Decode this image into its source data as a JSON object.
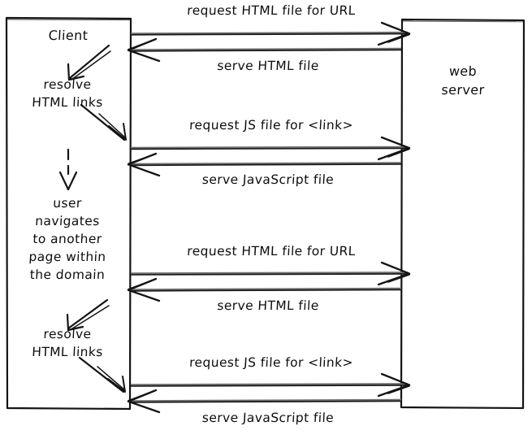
{
  "diagram": {
    "type": "sequence-diagram",
    "style": "hand-drawn",
    "stroke_color": "#111111",
    "background_color": "#ffffff",
    "participants": [
      {
        "id": "client",
        "label": "Client",
        "side": "left"
      },
      {
        "id": "web-server",
        "label_line1": "web",
        "label_line2": "server",
        "side": "right"
      }
    ],
    "client_notes": [
      {
        "id": "resolve-1-line1",
        "text": "resolve"
      },
      {
        "id": "resolve-1-line2",
        "text": "HTML links"
      },
      {
        "id": "user-nav-line1",
        "text": "user"
      },
      {
        "id": "user-nav-line2",
        "text": "navigates"
      },
      {
        "id": "user-nav-line3",
        "text": "to another"
      },
      {
        "id": "user-nav-line4",
        "text": "page within"
      },
      {
        "id": "user-nav-line5",
        "text": "the domain"
      },
      {
        "id": "resolve-2-line1",
        "text": "resolve"
      },
      {
        "id": "resolve-2-line2",
        "text": "HTML links"
      }
    ],
    "messages": [
      {
        "index": 1,
        "label": "request HTML file for URL",
        "direction": "client-to-server",
        "label_position": "above"
      },
      {
        "index": 2,
        "label": "serve HTML file",
        "direction": "server-to-client",
        "label_position": "below"
      },
      {
        "index": 3,
        "label": "request JS file for <link>",
        "direction": "client-to-server",
        "label_position": "above"
      },
      {
        "index": 4,
        "label": "serve JavaScript file",
        "direction": "server-to-client",
        "label_position": "below"
      },
      {
        "index": 5,
        "label": "request HTML file for URL",
        "direction": "client-to-server",
        "label_position": "above"
      },
      {
        "index": 6,
        "label": "serve HTML file",
        "direction": "server-to-client",
        "label_position": "below"
      },
      {
        "index": 7,
        "label": "request JS file for <link>",
        "direction": "client-to-server",
        "label_position": "above"
      },
      {
        "index": 8,
        "label": "serve JavaScript file",
        "direction": "server-to-client",
        "label_position": "below"
      }
    ]
  }
}
